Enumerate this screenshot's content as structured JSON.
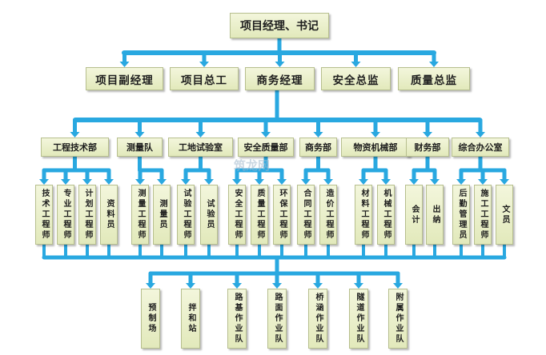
{
  "colors": {
    "line": "#29a8e0",
    "box_fill": "#eaf0c8",
    "box_border": "#b7bf8e"
  },
  "watermark": "筑龙网",
  "top": "项目经理、书记",
  "level2": [
    "项目副经理",
    "项目总工",
    "商务经理",
    "安全总监",
    "质量总监"
  ],
  "departments": [
    {
      "name": "工程技术部",
      "roles": [
        "技术工程师",
        "专业工程师",
        "计划工程师",
        "资料员"
      ]
    },
    {
      "name": "测量队",
      "roles": [
        "测量工程师",
        "测量员"
      ]
    },
    {
      "name": "工地试验室",
      "roles": [
        "试验工程师",
        "试验员"
      ]
    },
    {
      "name": "安全质量部",
      "roles": [
        "安全工程师",
        "质量工程师",
        "环保工程师"
      ]
    },
    {
      "name": "商务部",
      "roles": [
        "合同工程师",
        "造价工程师"
      ]
    },
    {
      "name": "物资机械部",
      "roles": [
        "材料工程师",
        "机械工程师"
      ]
    },
    {
      "name": "财务部",
      "roles": [
        "会计",
        "出纳"
      ]
    },
    {
      "name": "综合办公室",
      "roles": [
        "后勤管理员",
        "施工工程师",
        "文员"
      ]
    }
  ],
  "teams": [
    "预制场",
    "拌和站",
    "路基作业队",
    "路面作业队",
    "桥涵作业队",
    "隧道作业队",
    "附属作业队"
  ]
}
